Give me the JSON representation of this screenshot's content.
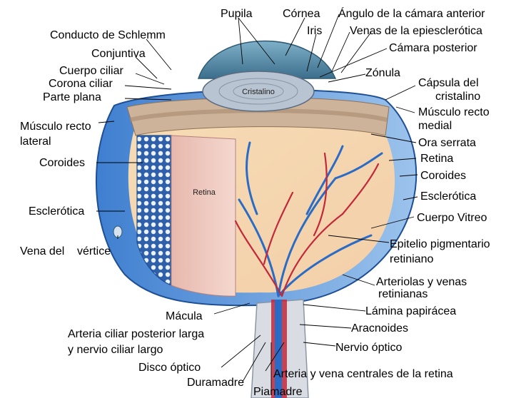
{
  "labels": {
    "pupila": "Pupila",
    "cornea": "Córnea",
    "angulo": "Ángulo de la cámara anterior",
    "iris": "Iris",
    "venas_episclerotica": "Venas de la epiesclerótica",
    "schlemm": "Conducto de Schlemm",
    "camara_posterior": "Cámara posterior",
    "conjuntiva": "Conjuntiva",
    "zonula": "Zónula",
    "cuerpo_ciliar": "Cuerpo ciliar",
    "corona_ciliar": "Corona ciliar",
    "capsula_1": "Cápsula del",
    "capsula_2": "cristalino",
    "parte_plana": "Parte plana",
    "recto_medial_1": "Músculo recto",
    "recto_medial_2": "medial",
    "recto_lateral_1": "Músculo recto",
    "recto_lateral_2": "lateral",
    "ora_serrata": "Ora serrata",
    "retina_right": "Retina",
    "coroides_left": "Coroides",
    "coroides_right": "Coroides",
    "esclerotica_right": "Esclerótica",
    "esclerotica_left": "Esclerótica",
    "cuerpo_vitreo": "Cuerpo Vitreo",
    "epitelio_1": "Epitelio pigmentario",
    "epitelio_2": "retiniano",
    "vena_vertice_1": "Vena del",
    "vena_vertice_2": "vértice",
    "arteriolas_1": "Arteriolas y venas",
    "arteriolas_2": "retinianas",
    "macula": "Mácula",
    "lamina": "Lámina papirácea",
    "aracnoides": "Aracnoides",
    "arteria_ciliar_1": "Arteria ciliar posterior larga",
    "arteria_ciliar_2": "y nervio ciliar largo",
    "nervio_optico": "Nervio óptico",
    "disco_optico": "Disco óptico",
    "arteria_central": "Arteria y vena centrales de la retina",
    "duramadre": "Duramadre",
    "piamadre": "Piamadre",
    "cristalino_inner": "Cristalino",
    "retina_inner": "Retina"
  }
}
